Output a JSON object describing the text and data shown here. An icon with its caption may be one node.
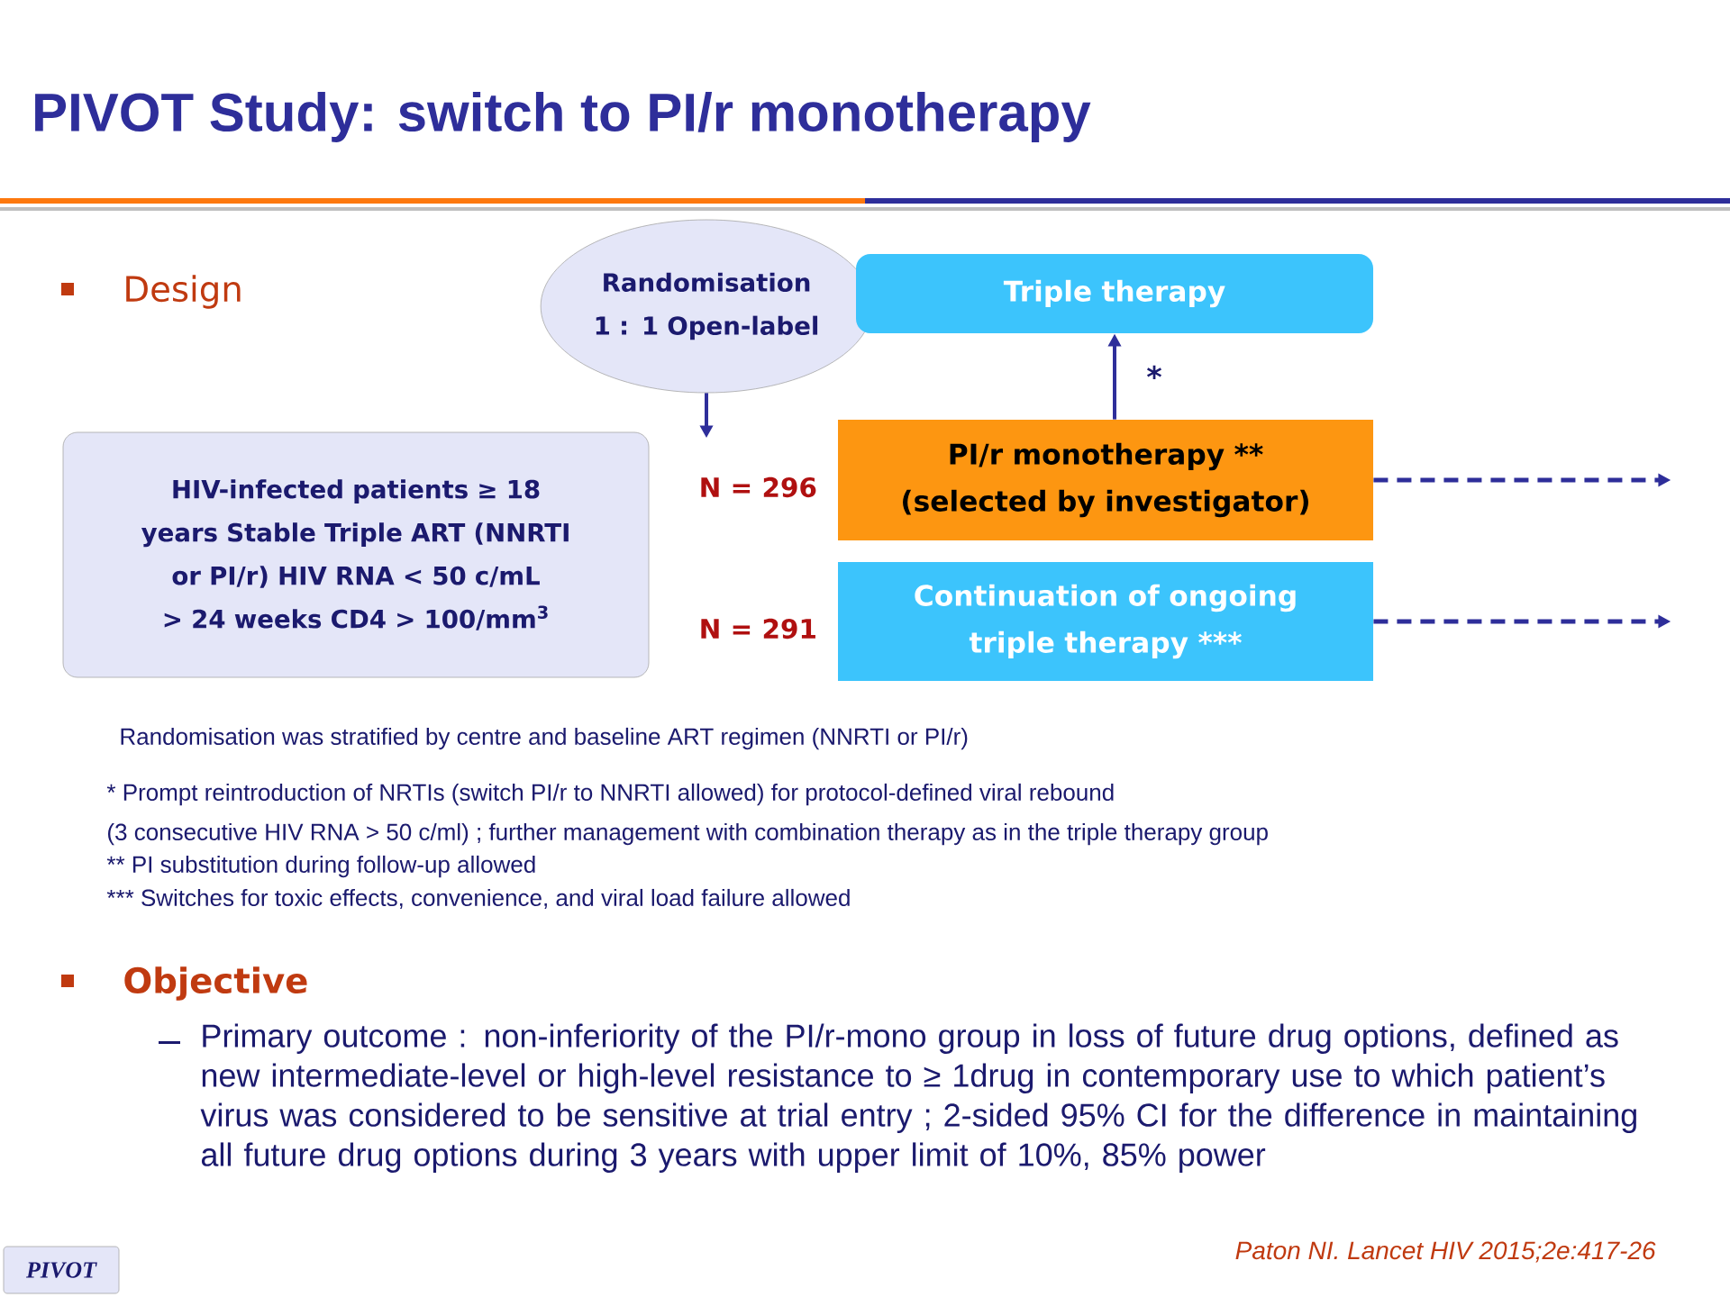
{
  "diagram": {
    "title": "PIVOT Study: switch to PI/r monotherapy",
    "nodes": [
      {
        "text": [
          "Randomisation 1 : 1 Open-label"
        ]
      },
      {
        "text": [
          "Triple therapy"
        ]
      },
      {
        "text": [
          "PI/r monotherapy ** (selected by investigator)"
        ],
        "beside": [
          "N = 296"
        ]
      },
      {
        "text": [
          "Continuation of ongoing triple therapy ***"
        ],
        "beside": [
          "N = 291"
        ]
      },
      {
        "text": [
          "HIV-infected patients ≥ 18 years Stable Triple ART (NNRTI or PI/r) HIV RNA < 50 c/mL > 24 weeks CD4 > 100/mm$^{3}$"
        ]
      }
    ],
    "edges": [
      {
        "from": 0,
        "to": null,
        "arrow": "to"
      },
      {
        "from": 2,
        "to": 1,
        "arrow": "to",
        "label": "*"
      },
      {
        "from": 2,
        "to": null,
        "arrow": "to",
        "style": "dashed"
      },
      {
        "from": 3,
        "to": null,
        "arrow": "to",
        "style": "dashed"
      }
    ],
    "labels": [
      "Design",
      "Randomisation was stratified by centre and baseline ART regimen (NNRTI or PI/r)",
      "* Prompt reintroduction of NRTIs (switch PI/r to NNRTI allowed) for protocol-defined viral rebound",
      "(3 consecutive HIV RNA > 50 c/ml) ; further management with combination therapy as in the triple therapy group",
      "** PI substitution during follow-up allowed",
      "*** Switches for toxic effects, convenience, and viral load failure allowed",
      "Objective",
      "Primary outcome : non-inferiority of the PI/r-mono group in loss of future drug options, defined as new intermediate-level or high-level resistance to ≥ 1drug in contemporary use to which patient’s virus was considered to be sensitive at trial entry ; 2-sided 95% CI for the difference in maintaining all future drug options during 3 years with upper limit of 10%, 85% power",
      "PIVOT",
      "Paton NI. Lancet HIV 2015;2e:417-26"
    ]
  }
}
